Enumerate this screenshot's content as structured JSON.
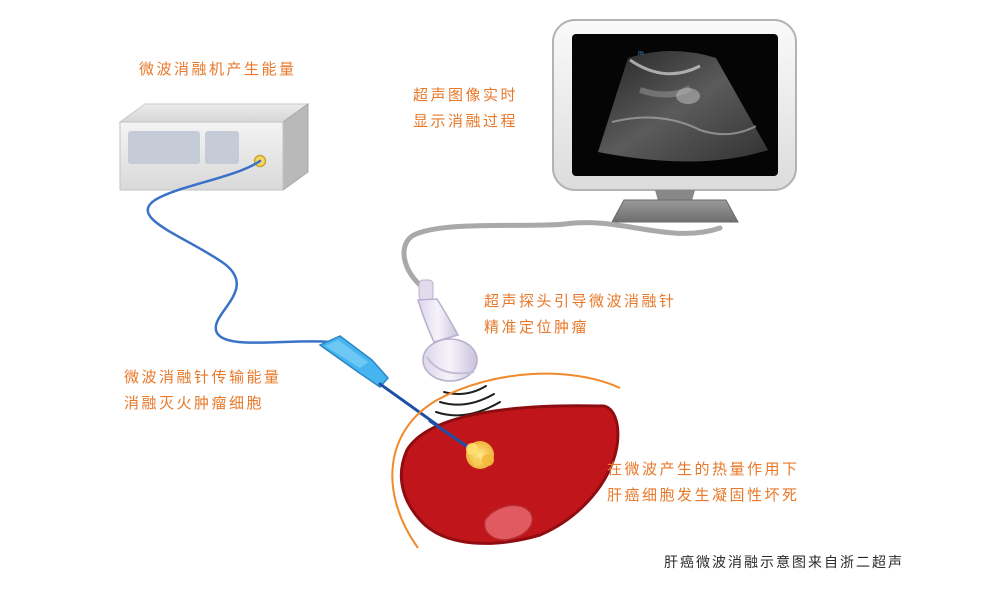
{
  "labels": {
    "generator": "微波消融机产生能量",
    "monitor_line1": "超声图像实时",
    "monitor_line2": "显示消融过程",
    "probe_line1": "超声探头引导微波消融针",
    "probe_line2": "精准定位肿瘤",
    "needle_line1": "微波消融针传输能量",
    "needle_line2": "消融灭火肿瘤细胞",
    "liver_line1": "在微波产生的热量作用下",
    "liver_line2": "肝癌细胞发生凝固性坏死"
  },
  "caption": "肝癌微波消融示意图来自浙二超声",
  "colors": {
    "label": "#e8782a",
    "liver": "#c0161b",
    "gallbladder": "#e05a60",
    "cable_needle": "#3a72c8",
    "probe_cable": "#a9a9a9",
    "tumor": "#f2c94c",
    "body_outline": "#f08a2a"
  }
}
